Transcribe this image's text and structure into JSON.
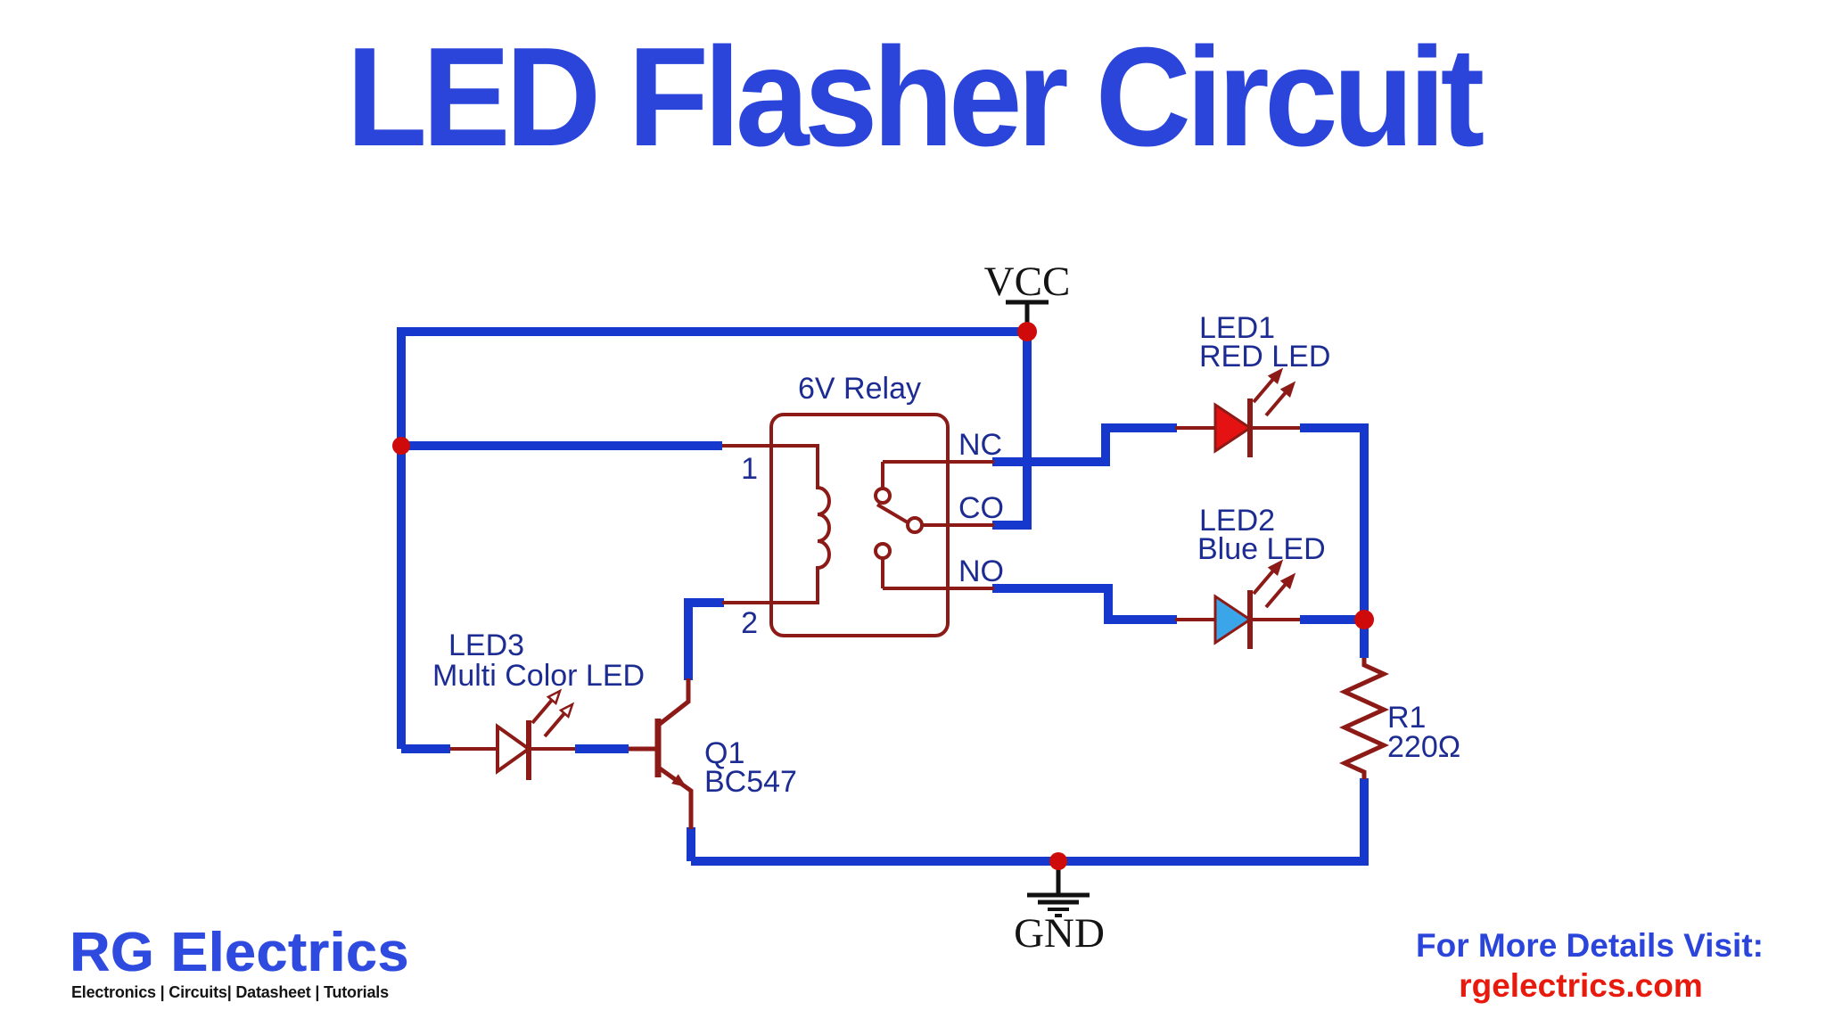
{
  "title": "LED Flasher Circuit",
  "power": {
    "vcc_label": "VCC",
    "gnd_label": "GND"
  },
  "relay": {
    "name": "6V Relay",
    "pin1": "1",
    "pin2": "2",
    "contacts": {
      "nc": "NC",
      "co": "CO",
      "no": "NO"
    }
  },
  "components": {
    "led1": {
      "ref": "LED1",
      "type": "RED LED"
    },
    "led2": {
      "ref": "LED2",
      "type": "Blue LED"
    },
    "led3": {
      "ref": "LED3",
      "type": "Multi Color LED"
    },
    "transistor": {
      "ref": "Q1",
      "part": "BC547"
    },
    "resistor": {
      "ref": "R1",
      "value": "220Ω"
    }
  },
  "footer": {
    "brand": "RG Electrics",
    "tagline": "Electronics | Circuits| Datasheet | Tutorials",
    "cta": "For More Details Visit:",
    "url": "rgelectrics.com"
  },
  "colors": {
    "title_blue": "#2B45DB",
    "wire_blue": "#1638CC",
    "label_navy": "#1D2C92",
    "component_maroon": "#8C1A16",
    "led_red": "#E41212",
    "led_blue": "#3BA5EA",
    "junction_red": "#CE0A0A",
    "symbol_black": "#111111",
    "url_red": "#E8190D",
    "brand_blue": "#2F4BDF",
    "tagline_black": "#151515"
  }
}
